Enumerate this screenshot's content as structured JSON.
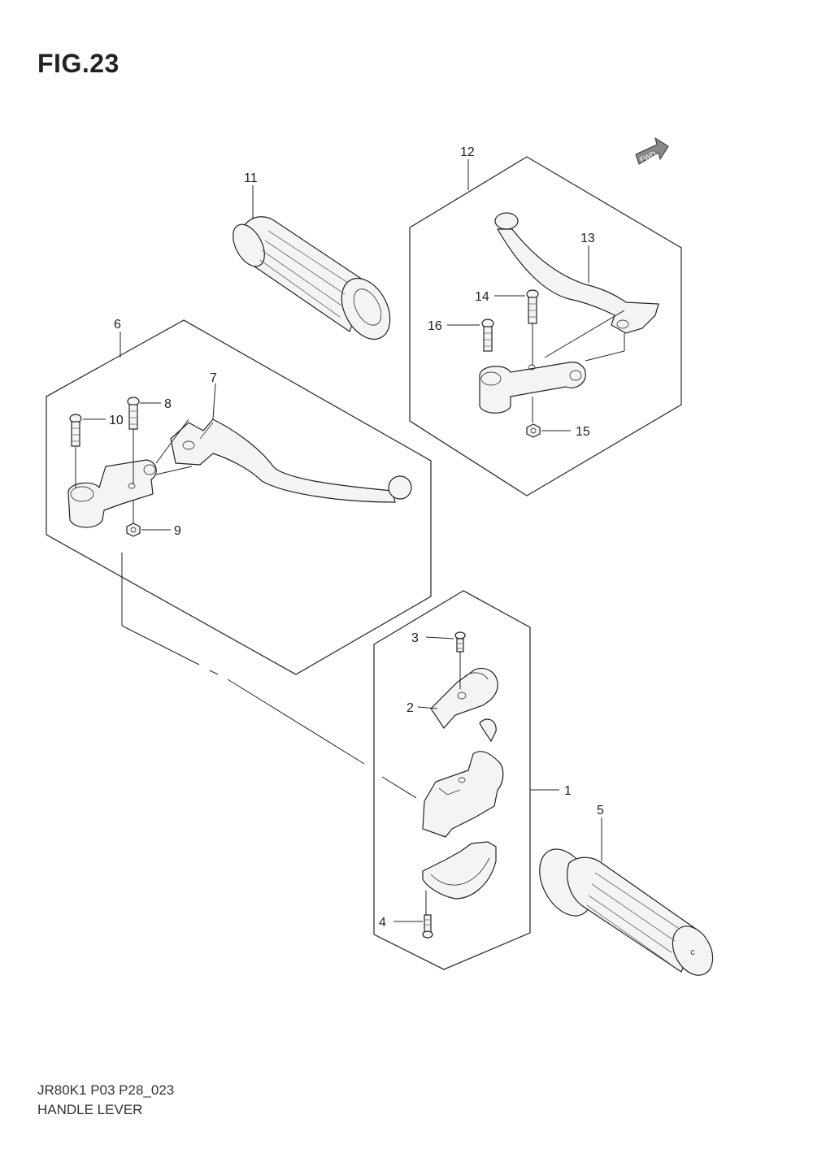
{
  "figure": {
    "title": "FIG.23",
    "fwd_label": "FWD"
  },
  "footer": {
    "code": "JR80K1 P03 P28_023",
    "name": "HANDLE LEVER"
  },
  "callouts": [
    "1",
    "2",
    "3",
    "4",
    "5",
    "6",
    "7",
    "8",
    "9",
    "10",
    "11",
    "12",
    "13",
    "14",
    "15",
    "16"
  ]
}
